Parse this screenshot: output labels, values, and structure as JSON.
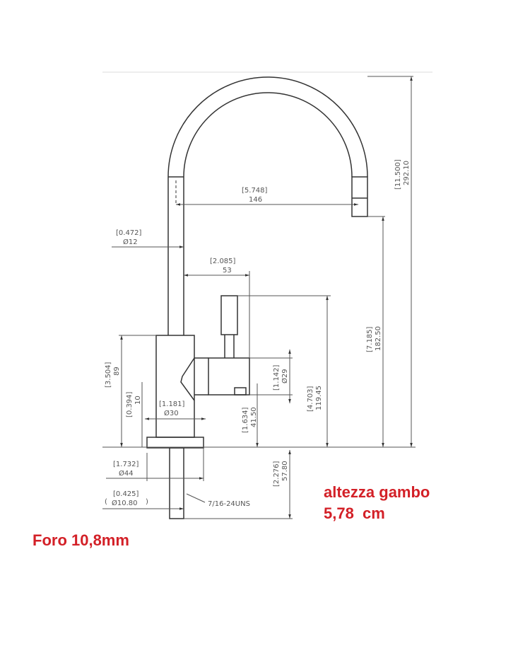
{
  "drawing": {
    "title": "Faucet technical drawing",
    "colors": {
      "line": "#333333",
      "dim": "#555555",
      "note": "#d32027",
      "rule": "#dddddd"
    },
    "dimensions": {
      "overall_height": {
        "inch": "[11.500]",
        "mm": "292.10"
      },
      "spout_reach": {
        "inch": "[5.748]",
        "mm": "146"
      },
      "tube_dia": {
        "inch": "[0.472]",
        "mm": "Ø12"
      },
      "handle_offset": {
        "inch": "[2.085]",
        "mm": "53"
      },
      "spout_height": {
        "inch": "[7.185]",
        "mm": "182.50"
      },
      "body_height": {
        "inch": "[3.504]",
        "mm": "89"
      },
      "base_height": {
        "inch": "[0.394]",
        "mm": "10"
      },
      "body_dia": {
        "inch": "[1.181]",
        "mm": "Ø30"
      },
      "handle_dia": {
        "inch": "[1.142]",
        "mm": "Ø29"
      },
      "handle_center": {
        "inch": "[1.634]",
        "mm": "41.50"
      },
      "handle_top": {
        "inch": "[4.703]",
        "mm": "119.45"
      },
      "base_dia": {
        "inch": "[1.732]",
        "mm": "Ø44"
      },
      "shank_dia": {
        "inch": "[0.425]",
        "mm": "Ø10.80"
      },
      "shank_length": {
        "inch": "[2.276]",
        "mm": "57.80"
      },
      "thread": "7/16-24UNS"
    }
  },
  "notes": {
    "shank_height_label": "altezza gambo",
    "shank_height_value": "5,78  cm",
    "hole_size": "Foro 10,8mm"
  }
}
